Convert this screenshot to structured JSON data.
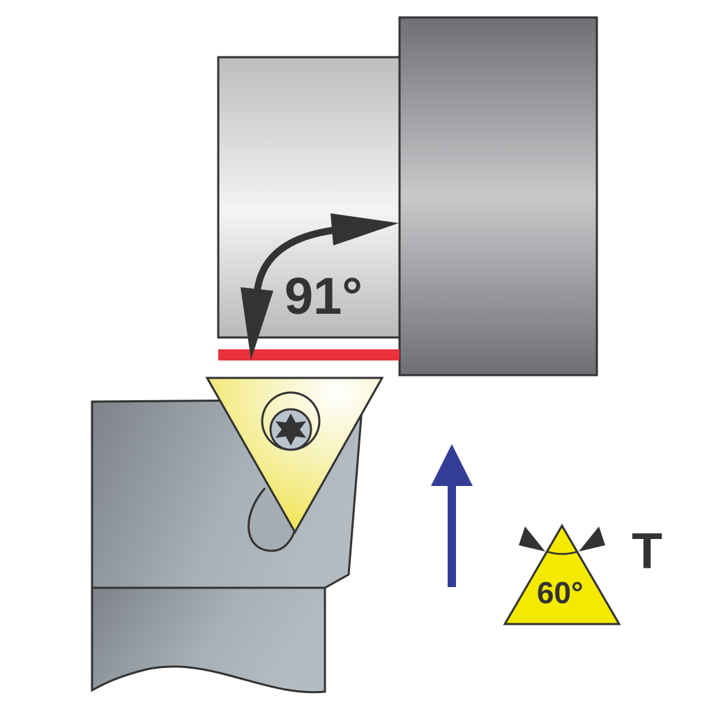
{
  "diagram": {
    "title": "Turning tool holder with triangular insert",
    "lead_angle_label": "91°",
    "insert_angle_label": "60°",
    "insert_shape_code": "T",
    "feed_direction": "up",
    "colors": {
      "outline": "#333333",
      "workpiece_small": "#d2d3d4",
      "workpiece_large": "#8e8f93",
      "cut_line": "#e8323c",
      "insert": "#f3ec8c",
      "insert_symbol": "#f4ea00",
      "holder": "#9aa3aa",
      "feed_arrow": "#333d96"
    }
  }
}
